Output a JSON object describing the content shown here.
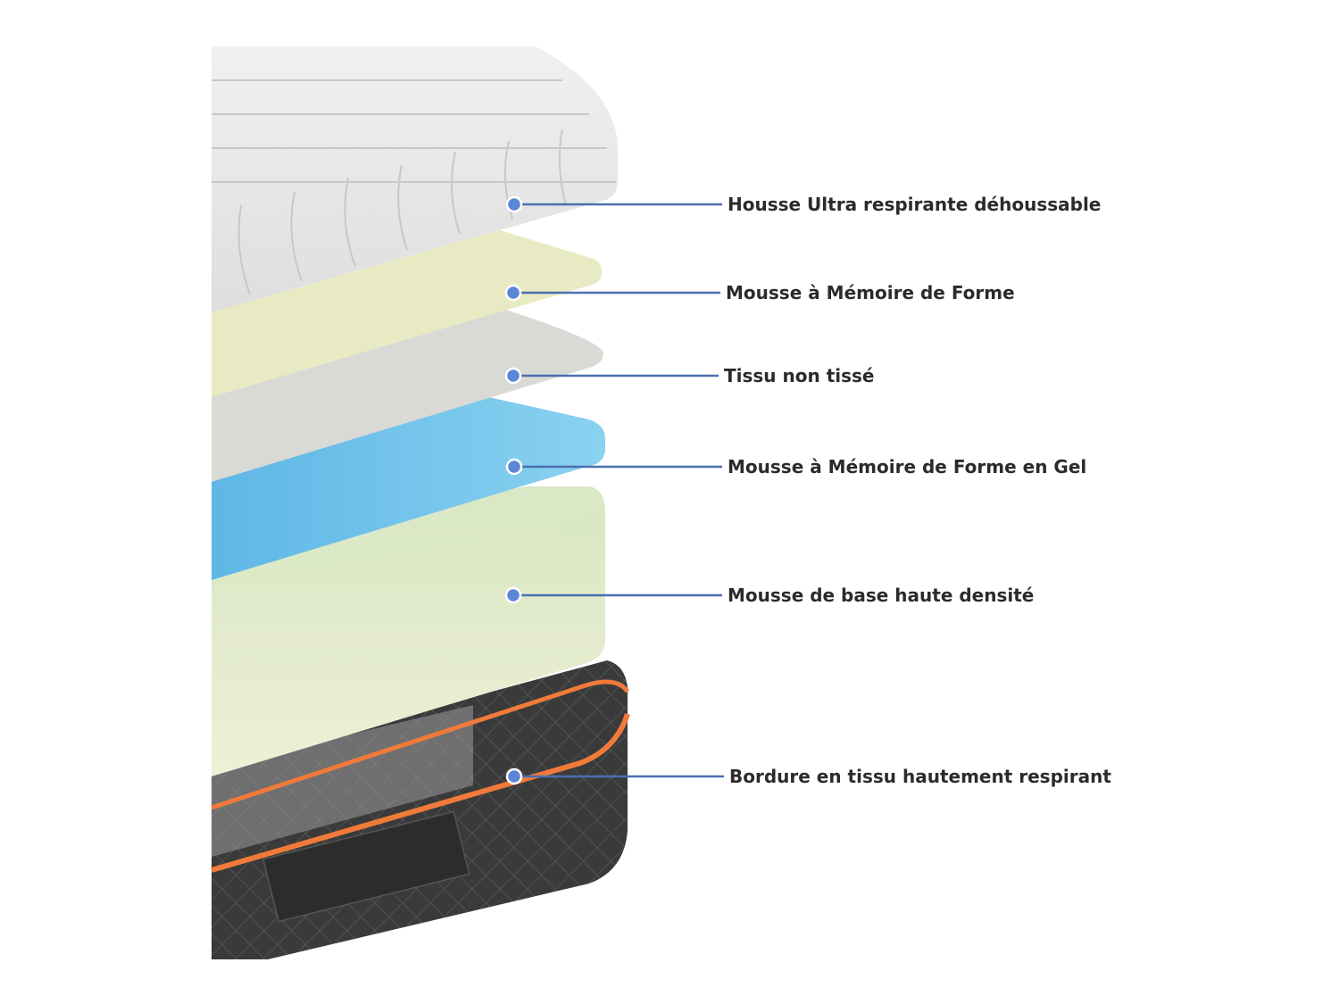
{
  "colors": {
    "leader_line": "#4a6fb0",
    "marker_fill": "#5b86d6",
    "marker_stroke": "#ffffff",
    "label_text": "#2b2b2b",
    "cover_fabric": "#e8e8e8",
    "memory_foam": "#e9ecc8",
    "nonwoven_fabric": "#dcdcdc",
    "gel_foam": "#6fc1e8",
    "base_foam": "#e3edc8",
    "border_fabric": "#3a3a3a",
    "piping": "#f07a3a"
  },
  "layers": [
    {
      "label": "Housse Ultra respirante déhoussable",
      "icon": "circle-marker"
    },
    {
      "label": "Mousse à Mémoire de Forme",
      "icon": "circle-marker"
    },
    {
      "label": "Tissu non tissé",
      "icon": "circle-marker"
    },
    {
      "label": "Mousse à Mémoire de Forme en Gel",
      "icon": "circle-marker"
    },
    {
      "label": "Mousse de base haute  densité",
      "icon": "circle-marker"
    },
    {
      "label": "Bordure en tissu hautement respirant",
      "icon": "circle-marker"
    }
  ]
}
